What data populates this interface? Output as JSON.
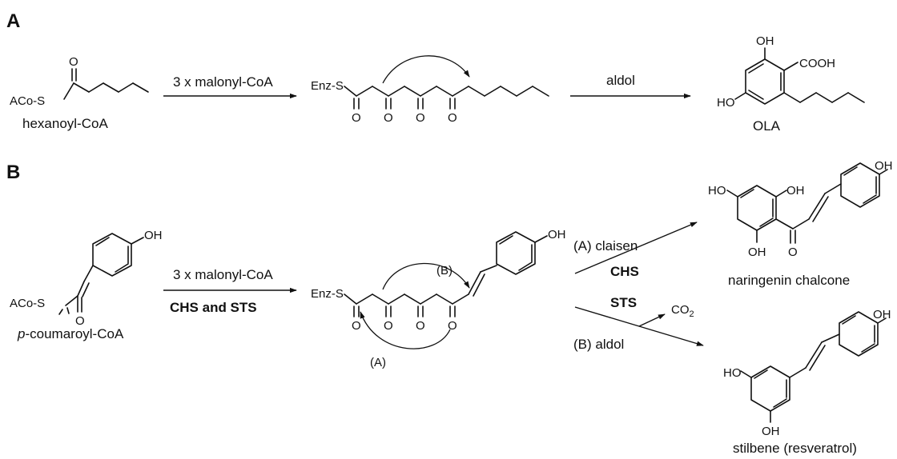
{
  "panels": {
    "a": "A",
    "b": "B"
  },
  "panel_a": {
    "substrate_group": "ACo-S",
    "substrate_name": "hexanoyl-CoA",
    "reagent": "3 x malonyl-CoA",
    "intermediate_group": "Enz-S",
    "step": "aldol",
    "product_groups": {
      "oh": "OH",
      "cooh": "COOH",
      "ho": "HO"
    },
    "product_name": "OLA"
  },
  "panel_b": {
    "substrate_group": "ACo-S",
    "substrate_oh": "OH",
    "substrate_name_prefix": "p",
    "substrate_name_rest": "-coumaroyl-CoA",
    "reagent": "3 x malonyl-CoA",
    "enzymes": "CHS and STS",
    "intermediate_group": "Enz-S",
    "intermediate_oh": "OH",
    "label_a": "(A)",
    "label_b": "(B)",
    "route_a": "(A)  claisen",
    "route_a_enzyme": "CHS",
    "route_b": "(B)  aldol",
    "route_b_enzyme": "STS",
    "byproduct": "CO",
    "byproduct_sub": "2",
    "chalcone_groups": {
      "ho": "HO",
      "oh_top": "OH",
      "oh_bottom": "OH",
      "oh_ring": "OH"
    },
    "chalcone_name": "naringenin chalcone",
    "stilbene_groups": {
      "ho": "HO",
      "oh_bottom": "OH",
      "oh_ring": "OH"
    },
    "stilbene_name": "stilbene (resveratrol)"
  },
  "oxygen": "O"
}
